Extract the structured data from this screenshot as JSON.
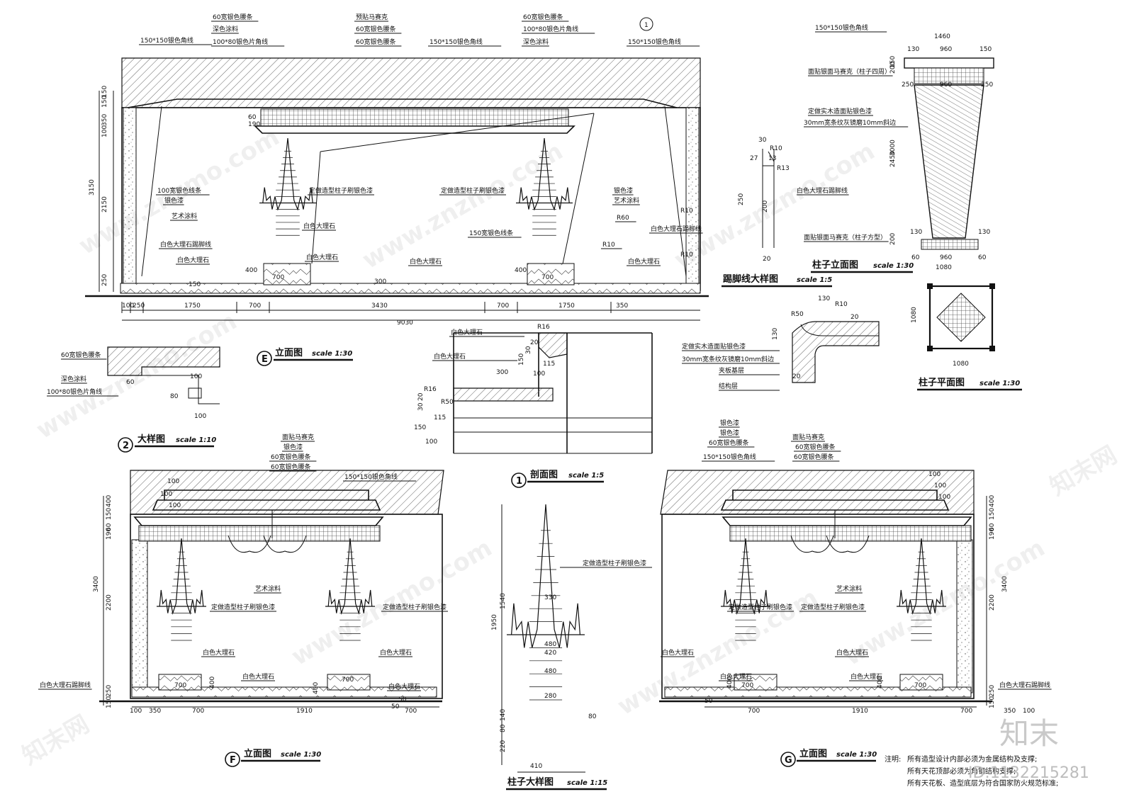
{
  "drawing": {
    "elevation_e": {
      "marker": "E",
      "title": "立面图",
      "scale": "scale 1:30",
      "callout": "1",
      "labels": [
        "60宽银色腰条",
        "深色涂料",
        "100*80银色片角线",
        "150*150银色角线",
        "预贴马赛克",
        "60宽银色腰条",
        "60宽银色腰条",
        "150*150银色角线",
        "60宽银色腰条",
        "100*80银色片角线",
        "深色涂料",
        "150*150银色角线",
        "100宽银色线条",
        "银色漆",
        "艺术涂料",
        "白色大理石踢脚线",
        "白色大理石",
        "定做造型柱子刷银色漆",
        "白色大理石",
        "白色大理石",
        "白色大理石",
        "定做造型柱子刷银色漆",
        "150宽银色线条",
        "银色漆",
        "艺术涂料",
        "R60",
        "白色大理石踢脚线",
        "R10",
        "白色大理石"
      ],
      "dims_bottom": [
        "100",
        "250",
        "1750",
        "700",
        "3430",
        "700",
        "1750",
        "350"
      ],
      "dim_total": "9030",
      "dims_left": [
        "150",
        "150",
        "350",
        "100",
        "2150",
        "250"
      ],
      "dim_left_total": "3150",
      "dims_misc": [
        "60",
        "190",
        "400",
        "400",
        "700",
        "700",
        "150",
        "300",
        "R10",
        "R10"
      ]
    },
    "detail_2": {
      "marker": "2",
      "title": "大样图",
      "scale": "scale 1:10",
      "labels": [
        "60宽银色腰条",
        "深色涂料",
        "100*80银色片角线"
      ],
      "dims": [
        "60",
        "100",
        "80",
        "100"
      ]
    },
    "section_1": {
      "marker": "1",
      "title": "剖面图",
      "scale": "scale 1:5",
      "labels": [
        "白色大理石",
        "白色大理石"
      ],
      "dims": [
        "R16",
        "20",
        "30",
        "150",
        "100",
        "300",
        "115",
        "R16",
        "20",
        "30",
        "150",
        "100",
        "115",
        "R50"
      ]
    },
    "baseboard": {
      "title": "踢脚线大样图",
      "scale": "scale 1:5",
      "dims": [
        "30",
        "R10",
        "27",
        "13",
        "R13",
        "250",
        "200",
        "20"
      ]
    },
    "column_elev": {
      "title": "柱子立面图",
      "scale": "scale 1:30",
      "labels": [
        "150*150银色角线",
        "面贴银面马赛克（柱子四周）",
        "定做实木造面贴银色漆",
        "30mm宽条纹灰镜磨10mm斜边",
        "白色大理石踢脚线",
        "面贴银面马赛克（柱子方型）"
      ],
      "dims": [
        "1460",
        "130",
        "960",
        "150",
        "150",
        "200",
        "250",
        "960",
        "250",
        "3000",
        "2450",
        "130",
        "130",
        "200",
        "60",
        "960",
        "60",
        "1080"
      ]
    },
    "column_section": {
      "labels": [
        "定做实木造面贴银色漆",
        "30mm宽条纹灰镜磨10mm斜边",
        "夹板基层",
        "结构层"
      ],
      "dims": [
        "130",
        "R50",
        "R10",
        "20",
        "130",
        "20"
      ]
    },
    "column_plan": {
      "title": "柱子平面图",
      "scale": "scale 1:30",
      "dims": [
        "1080",
        "1080"
      ]
    },
    "elevation_f": {
      "marker": "F",
      "title": "立面图",
      "scale": "scale 1:30",
      "labels": [
        "面贴马赛克",
        "银色漆",
        "60宽银色腰条",
        "60宽银色腰条",
        "150*150银色角线",
        "艺术涂料",
        "定做造型柱子刷银色漆",
        "定做造型柱子刷银色漆",
        "白色大理石踢脚线",
        "白色大理石",
        "白色大理石",
        "白色大理石",
        "白色大理石"
      ],
      "dims_bottom": [
        "100",
        "350",
        "700",
        "1910",
        "700"
      ],
      "dims_left": [
        "400",
        "150",
        "60",
        "190",
        "2200",
        "250",
        "150"
      ],
      "dim_left_total": "3400",
      "dims_misc": [
        "100",
        "100",
        "100",
        "700",
        "400",
        "700",
        "400",
        "50",
        "50"
      ]
    },
    "column_detail": {
      "title": "柱子大样图",
      "scale": "scale 1:15",
      "labels": [
        "定做造型柱子刷银色漆"
      ],
      "dims": [
        "330",
        "480",
        "420",
        "480",
        "280",
        "80",
        "410",
        "1540",
        "1950",
        "140",
        "80",
        "220"
      ]
    },
    "elevation_g": {
      "marker": "G",
      "title": "立面图",
      "scale": "scale 1:30",
      "labels": [
        "银色漆",
        "银色漆",
        "60宽银色腰条",
        "150*150银色角线",
        "面贴马赛克",
        "60宽银色腰条",
        "60宽银色腰条",
        "艺术涂料",
        "定做造型柱子刷银色漆",
        "定做造型柱子刷银色漆",
        "白色大理石",
        "白色大理石",
        "白色大理石",
        "白色大理石",
        "白色大理石踢脚线"
      ],
      "dims_bottom": [
        "700",
        "1910",
        "700",
        "350",
        "100"
      ],
      "dims_right": [
        "400",
        "150",
        "60",
        "190",
        "2200",
        "250",
        "150"
      ],
      "dim_right_total": "3400",
      "dims_misc": [
        "100",
        "100",
        "100",
        "700",
        "700",
        "400",
        "400",
        "50"
      ]
    },
    "notes": {
      "heading": "注明:",
      "lines": [
        "所有造型设计内部必须为金属结构及支撑;",
        "所有天花顶部必须为角钢结构支撑;",
        "所有天花板、造型底层为符合国家防火规范标准;"
      ]
    },
    "watermark": {
      "text": "www.znzmo.com",
      "site_logo": "知末",
      "id": "ID:1132215281",
      "site_name": "知末网"
    }
  }
}
